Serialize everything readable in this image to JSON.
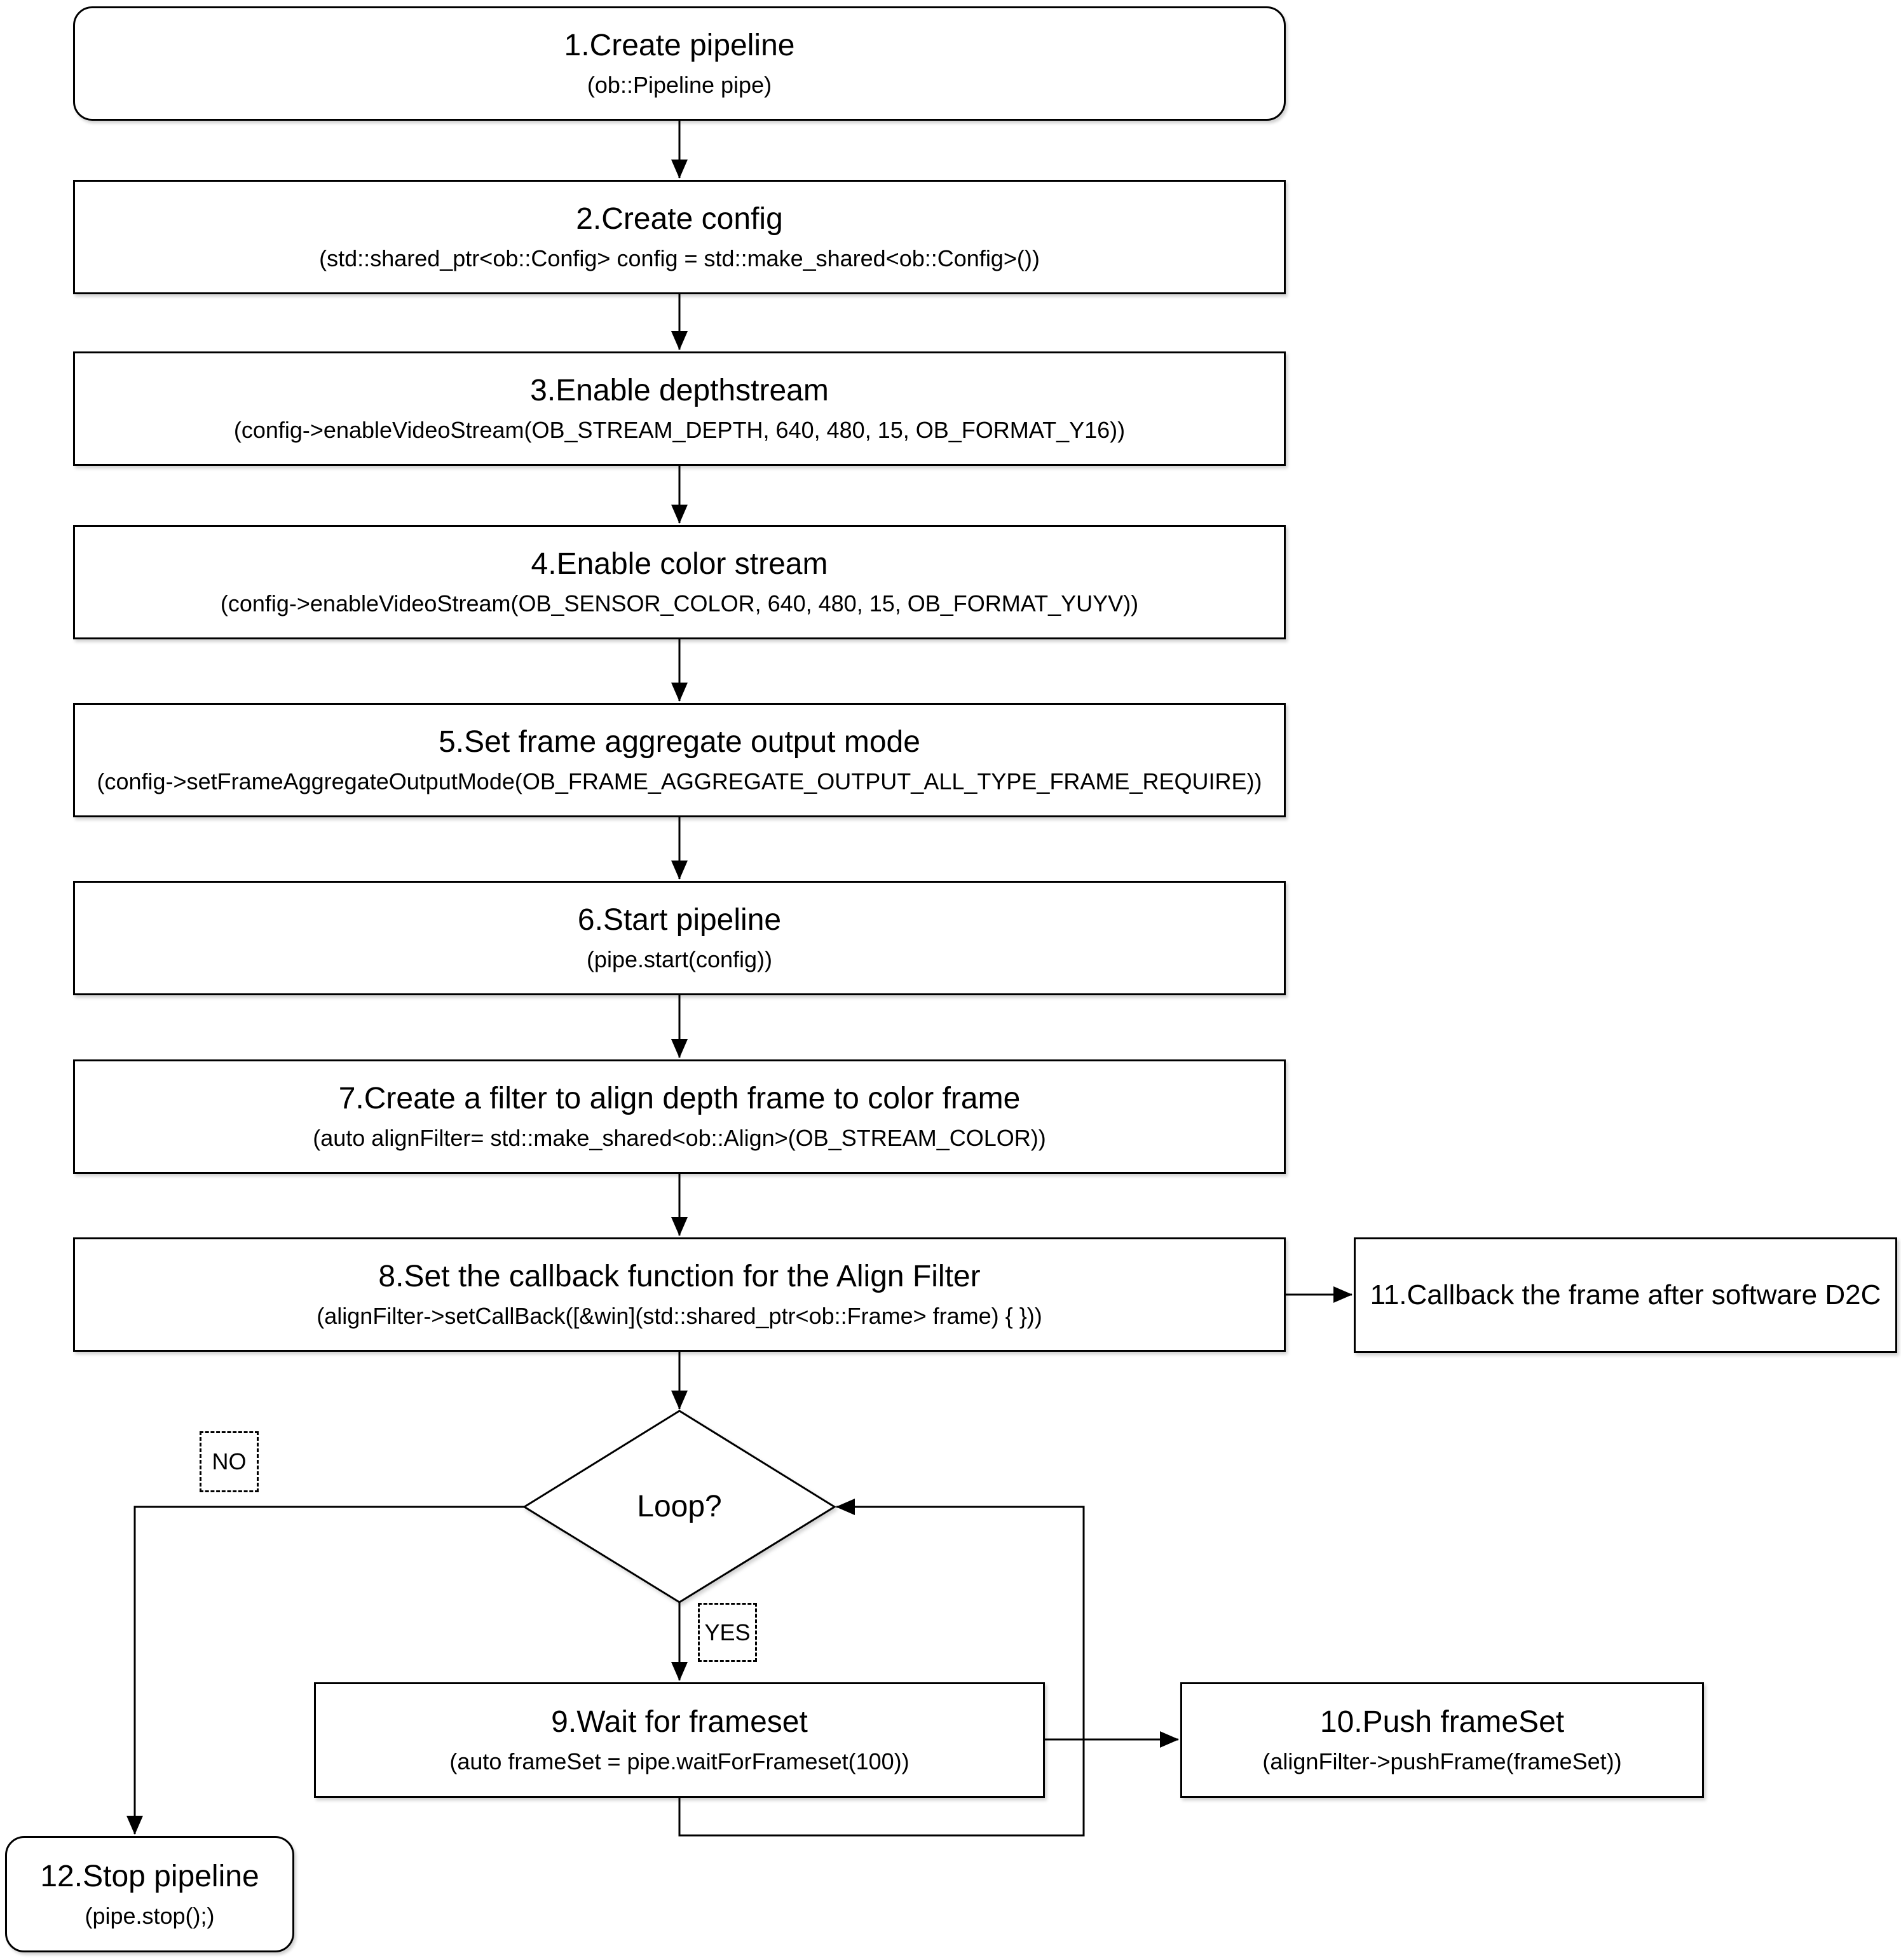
{
  "colors": {
    "stroke": "#000000",
    "shape_fill": "#ffffff",
    "background": "#ffffff"
  },
  "flow": {
    "nodes": [
      {
        "title": "1.Create pipeline",
        "code": "(ob::Pipeline pipe)"
      },
      {
        "title": "2.Create config",
        "code": "(std::shared_ptr<ob::Config> config = std::make_shared<ob::Config>())"
      },
      {
        "title": "3.Enable depthstream",
        "code": "(config->enableVideoStream(OB_STREAM_DEPTH, 640, 480, 15, OB_FORMAT_Y16))"
      },
      {
        "title": "4.Enable color stream",
        "code": "(config->enableVideoStream(OB_SENSOR_COLOR, 640, 480, 15, OB_FORMAT_YUYV))"
      },
      {
        "title": "5.Set frame aggregate output mode",
        "code": "(config->setFrameAggregateOutputMode(OB_FRAME_AGGREGATE_OUTPUT_ALL_TYPE_FRAME_REQUIRE))"
      },
      {
        "title": "6.Start pipeline",
        "code": "(pipe.start(config))"
      },
      {
        "title": "7.Create a filter to align depth frame to color frame",
        "code": "(auto alignFilter= std::make_shared<ob::Align>(OB_STREAM_COLOR))"
      },
      {
        "title": "8.Set the callback function for the Align Filter",
        "code": "(alignFilter->setCallBack([&win](std::shared_ptr<ob::Frame> frame) { }))"
      },
      {
        "title": "9.Wait for frameset",
        "code": "(auto frameSet = pipe.waitForFrameset(100))"
      },
      {
        "title": "10.Push frameSet",
        "code": "(alignFilter->pushFrame(frameSet))"
      },
      {
        "title": "11.Callback the frame after software D2C"
      },
      {
        "title": "12.Stop pipeline",
        "code": "(pipe.stop();)"
      }
    ],
    "decision": {
      "label": "Loop?"
    },
    "branch_labels": {
      "no": "NO",
      "yes": "YES"
    }
  }
}
